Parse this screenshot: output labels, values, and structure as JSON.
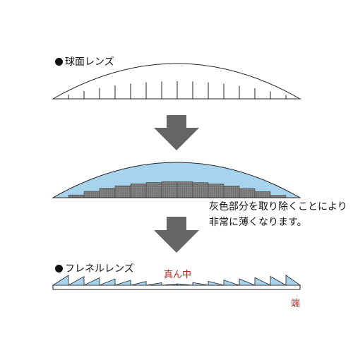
{
  "section1": {
    "title": "球面レンズ"
  },
  "section2": {
    "title": "フレネルレンズ"
  },
  "note": {
    "line1": "灰色部分を取り除くことにより",
    "line2": "非常に薄くなります。"
  },
  "labels": {
    "center": "真ん中",
    "edge": "端"
  },
  "colors": {
    "lens_blue": "#a7d3ec",
    "gray_fill": "#7a7a7a",
    "arrow_gray": "#666666",
    "red_text": "#b3261e"
  },
  "icons": {
    "arrow": "down-arrow-icon",
    "bullet": "bullet-dot-icon"
  }
}
